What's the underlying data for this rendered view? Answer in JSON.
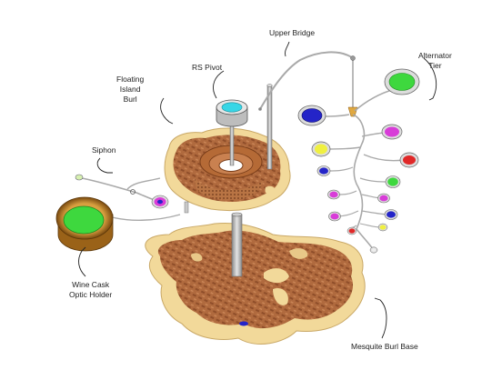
{
  "labels": {
    "upper_bridge": "Upper Bridge",
    "alternator_tier": [
      "Alternator",
      "Tier"
    ],
    "floating_island_burl": [
      "Floating",
      "Island",
      "Burl"
    ],
    "rs_pivot": "RS Pivot",
    "siphon": "Siphon",
    "wine_cask_optic_holder": [
      "Wine Cask",
      "Optic Holder"
    ],
    "mesquite_burl_base": "Mesquite Burl Base"
  },
  "colors": {
    "burl_light": "#f2d99a",
    "burl_dark": "#a8623a",
    "burl_mid": "#c07a48",
    "wire": "#a9a9a9",
    "cask_wood": "#c98a2a",
    "optic_green": "#3ed83e",
    "optic_cyan": "#38d6e6",
    "optic_blue": "#2424c8",
    "optic_magenta": "#d83cd8",
    "optic_yellow": "#f0f040",
    "optic_red": "#e02828",
    "optic_white": "#eeeeee"
  }
}
